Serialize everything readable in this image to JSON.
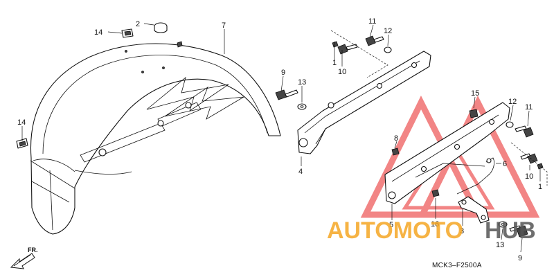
{
  "diagram": {
    "callouts": {
      "c1a": "1",
      "c1b": "1",
      "c2": "2",
      "c3": "3",
      "c4": "4",
      "c5": "5",
      "c6": "6",
      "c7": "7",
      "c8": "8",
      "c9a": "9",
      "c9b": "9",
      "c10a": "10",
      "c10b": "10",
      "c11a": "11",
      "c11b": "11",
      "c12a": "12",
      "c12b": "12",
      "c13a": "13",
      "c13b": "13",
      "c14a": "14",
      "c14b": "14",
      "c15": "15",
      "c16": "16"
    },
    "fr_label": "FR.",
    "drawing_code": "MCK3–F2500A"
  },
  "watermark": {
    "text_part1": "AUTOMOTO",
    "text_part2": "HUB",
    "color_primary": "#f07070",
    "color_secondary": "#f5a623",
    "color_dark": "#555555"
  }
}
